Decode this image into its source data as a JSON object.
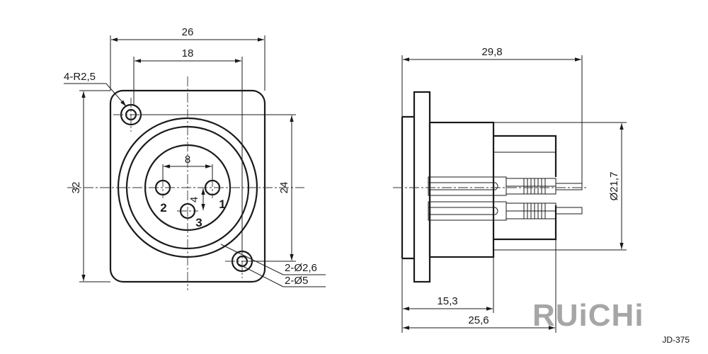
{
  "front_view": {
    "dim_width": "26",
    "dim_hole_spacing": "18",
    "dim_height": "32",
    "dim_hole_vertical": "24",
    "dim_pin_spacing": "8",
    "dim_pin_offset": "4",
    "corner_radius": "4-R2,5",
    "hole_small": "2-Ø2,6",
    "hole_large": "2-Ø5",
    "pin_labels": [
      "1",
      "2",
      "3"
    ]
  },
  "side_view": {
    "dim_total_length": "29,8",
    "dim_diameter": "Ø21,7",
    "dim_body_depth": "15,3",
    "dim_overall_depth": "25,6"
  },
  "brand": {
    "name": "RUiCHi",
    "model": "JD-375"
  }
}
